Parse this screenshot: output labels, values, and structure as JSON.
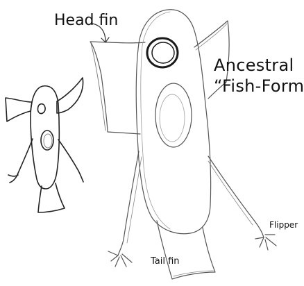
{
  "labels": {
    "head_fin": "Head fin",
    "title_line1": "Ancestral",
    "title_line2": "“Fish-Form”",
    "flipper": "Flipper",
    "tail_fin": "Tail fin"
  },
  "colors": {
    "pencil": "#555555",
    "dark_pencil": "#222222",
    "ink": "#111111",
    "paper": "#ffffff"
  }
}
